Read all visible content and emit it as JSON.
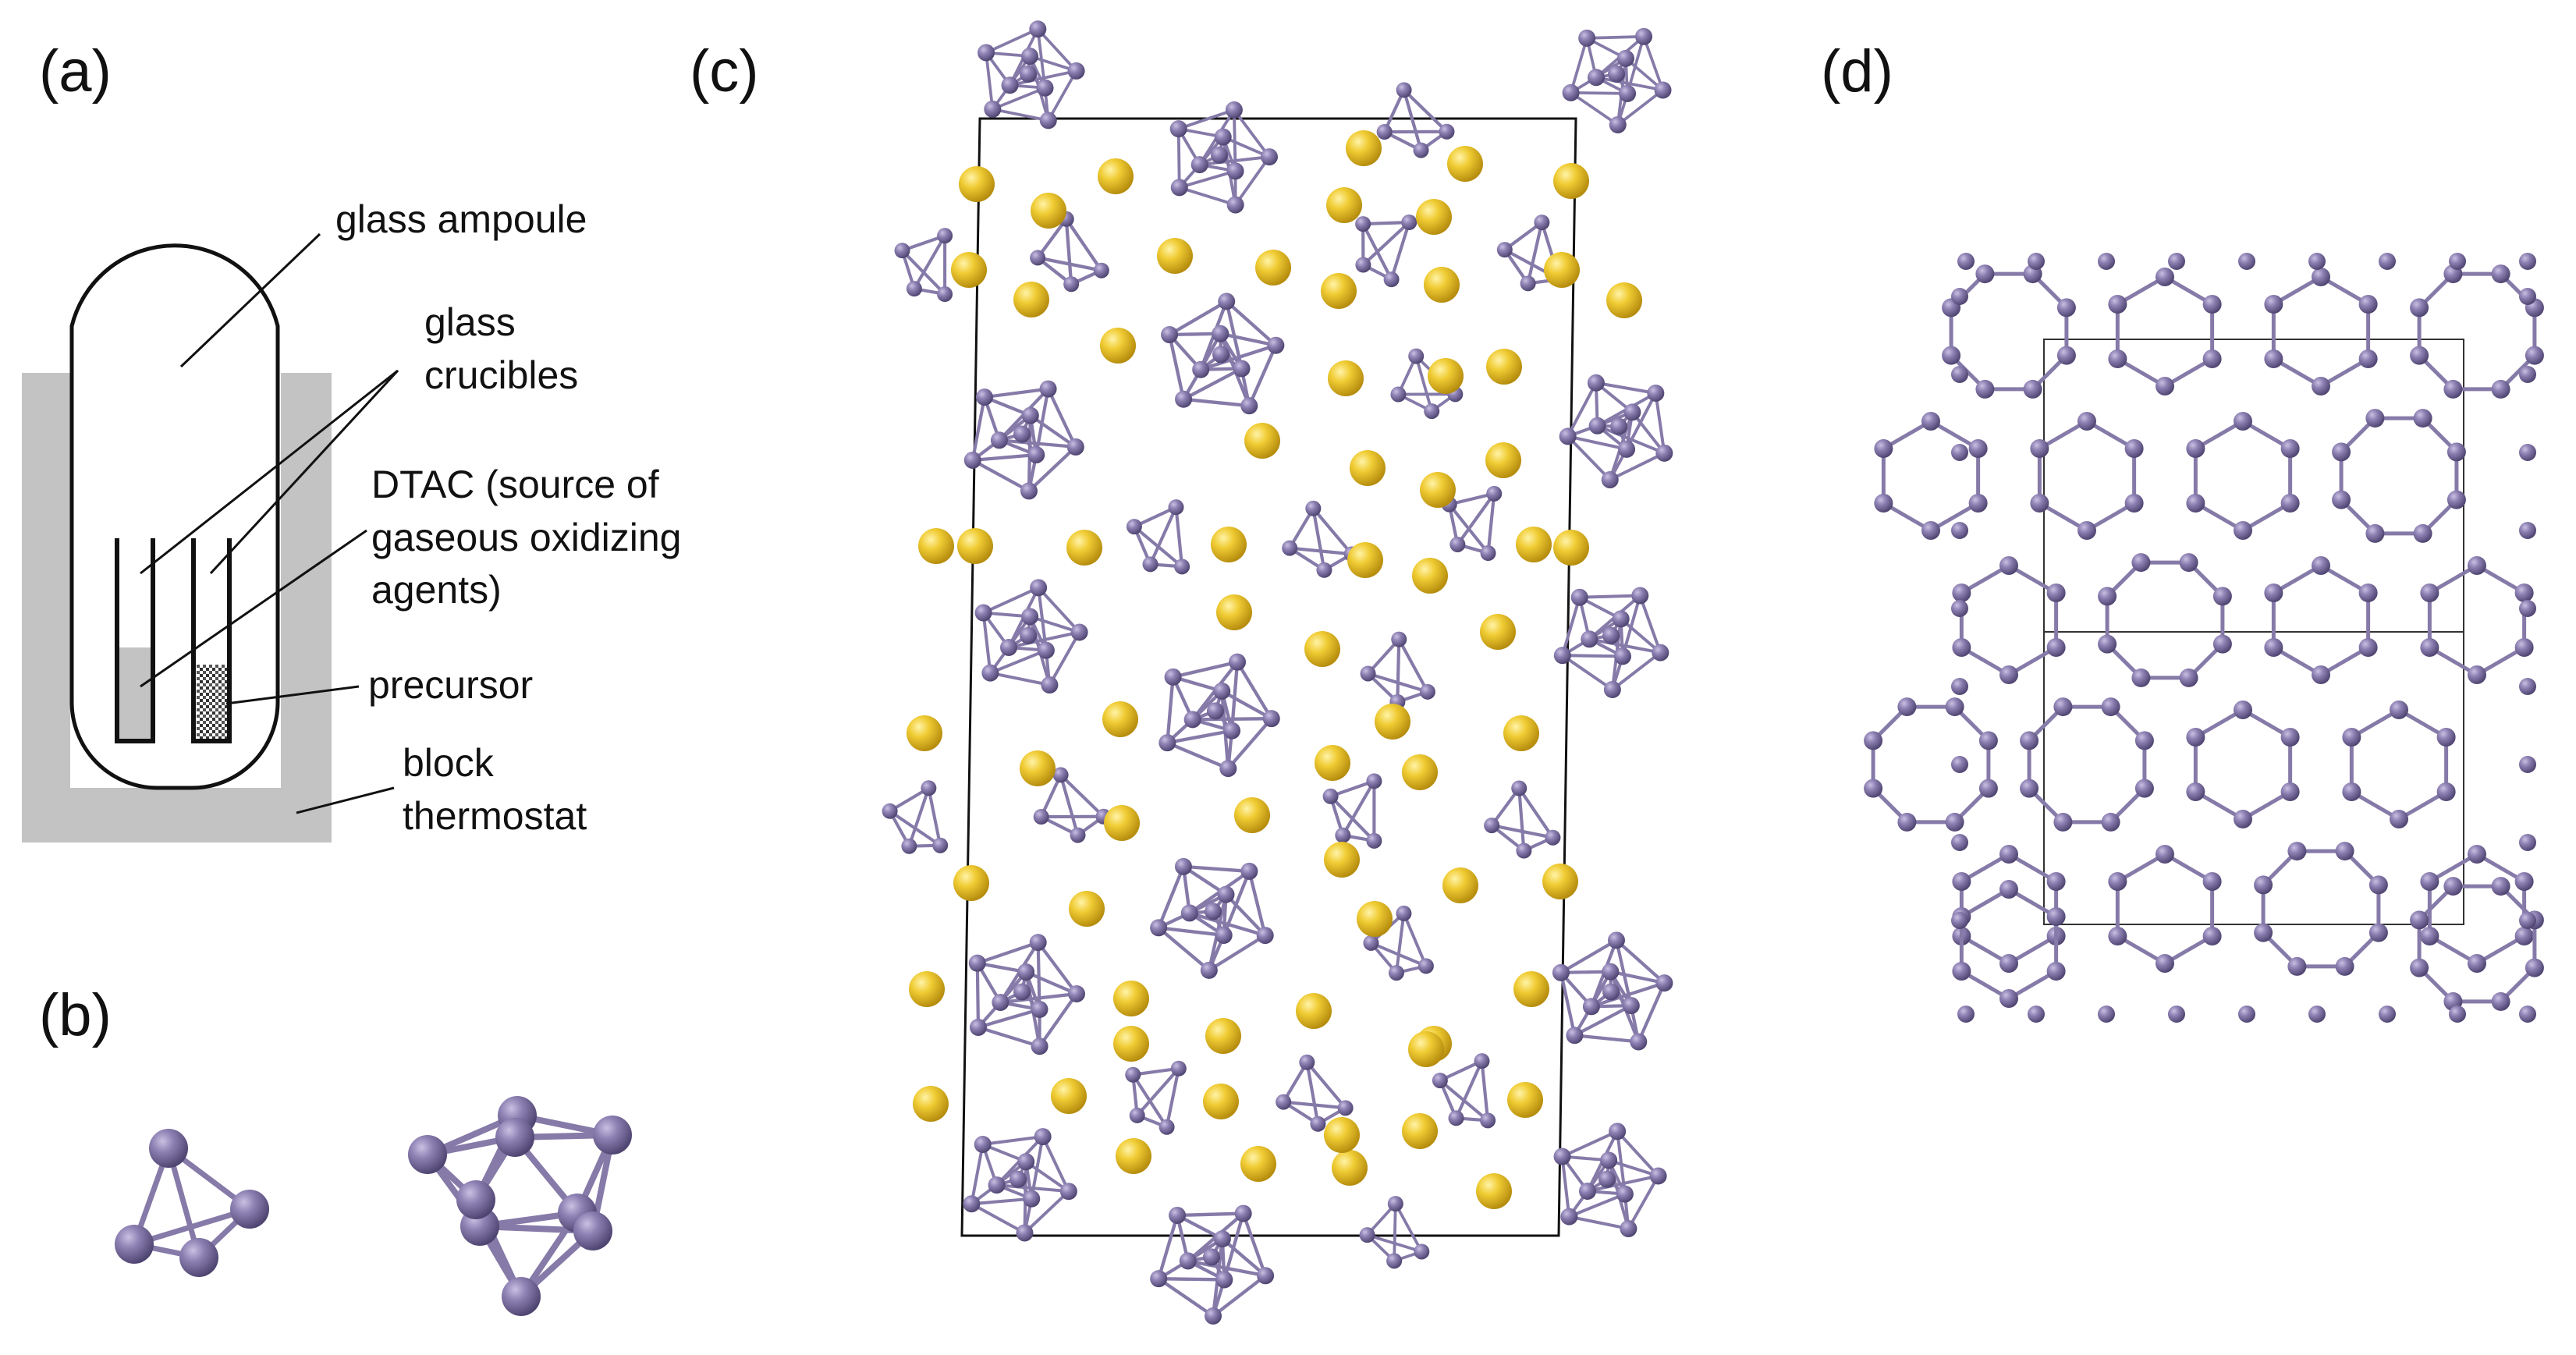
{
  "panels": {
    "a": {
      "letter": "(a)"
    },
    "b": {
      "letter": "(b)"
    },
    "c": {
      "letter": "(c)"
    },
    "d": {
      "letter": "(d)"
    }
  },
  "labels": {
    "ampoule": "glass ampoule",
    "crucibles": [
      "glass",
      "crucibles"
    ],
    "dtac": [
      "DTAC (source of",
      "gaseous oxidizing",
      "agents)"
    ],
    "precursor": "precursor",
    "thermostat": [
      "block",
      "thermostat"
    ]
  },
  "colors": {
    "cluster_atom": "#7a6e9e",
    "cluster_bond": "#857aa8",
    "counter_ion": "#e2bf2a",
    "thermostat_block": "#c3c3c3",
    "outline": "#111111"
  }
}
